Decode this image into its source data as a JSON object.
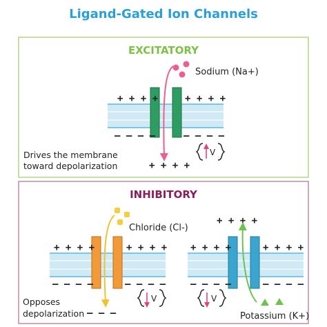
{
  "title": "Ligand-Gated Ion Channels",
  "excitatory": {
    "heading": "EXCITATORY",
    "ion_label": "Sodium (Na+)",
    "top_charges_left": "+ + + +",
    "top_charges_right": "+ + + +",
    "bottom_charges_left": "– – – –",
    "bottom_charges_right": "– – – –",
    "inside_charges": "+ + + +",
    "voltage_label": "V",
    "caption_line1": "Drives the membrane",
    "caption_line2": "toward depolarization"
  },
  "inhibitory": {
    "heading": "INHIBITORY",
    "chloride_label": "Chloride (Cl-)",
    "potassium_label": "Potassium (K+)",
    "left_top_charges_left": "+ + + +",
    "left_top_charges_right": "+ + + +",
    "left_bottom_charges_left": "– – – –",
    "left_bottom_charges_right": "– – – –",
    "left_inside_charges": "– – –",
    "right_top_charges_left": "+ + + +",
    "right_top_charges_right": "+ + + +",
    "right_bottom_charges_left": "– – – –",
    "right_bottom_charges_right": "– – – –",
    "right_outside_charges": "+ + + +",
    "voltage_label": "V",
    "caption_line1": "Opposes",
    "caption_line2": "depolarization"
  },
  "colors": {
    "title": "#2aa0d8",
    "excitatory_heading": "#7cc243",
    "inhibitory_heading": "#8a1e5c",
    "excitatory_border": "#b7d98c",
    "inhibitory_border": "#c58fb0",
    "membrane": "#cfeaf5",
    "membrane_edge": "#7fc6e4",
    "channel_green": "#2e9d62",
    "channel_orange": "#f29a38",
    "channel_blue": "#3aa6cf",
    "sodium": "#ec5f8f",
    "chloride": "#f5cf3b",
    "potassium": "#6cc24a"
  }
}
